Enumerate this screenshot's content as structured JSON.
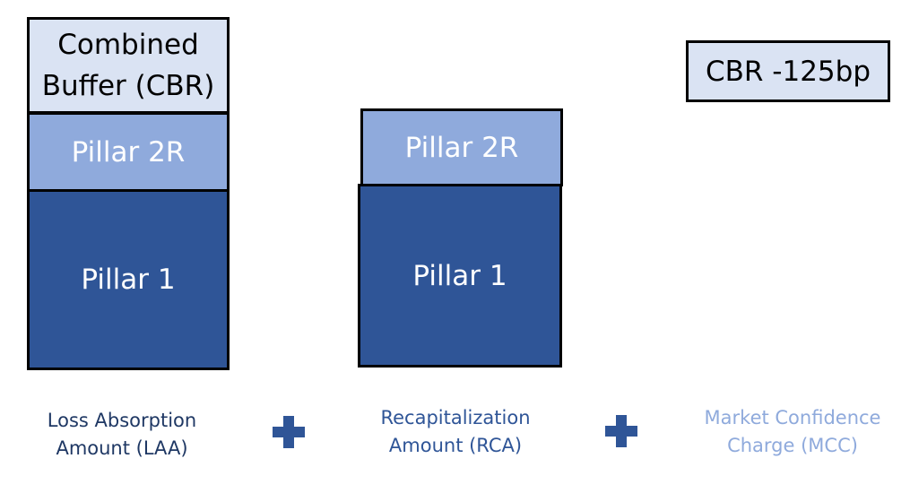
{
  "colors": {
    "pillar1_fill": "#2f5597",
    "pillar2r_fill": "#8faadc",
    "buffer_fill": "#dae3f3",
    "laa_text": "#1f3864",
    "rca_text": "#2f5597",
    "mcc_text": "#8faadc",
    "plus": "#2f5597"
  },
  "laa": {
    "buffer_line1": "Combined",
    "buffer_line2": "Buffer (CBR)",
    "pillar2r": "Pillar 2R",
    "pillar1": "Pillar 1",
    "caption_line1": "Loss Absorption",
    "caption_line2": "Amount (LAA)"
  },
  "rca": {
    "pillar2r": "Pillar 2R",
    "pillar1": "Pillar 1",
    "caption_line1": "Recapitalization",
    "caption_line2": "Amount (RCA)"
  },
  "mcc": {
    "box": "CBR -125bp",
    "caption_line1": "Market Confidence",
    "caption_line2": "Charge (MCC)"
  }
}
